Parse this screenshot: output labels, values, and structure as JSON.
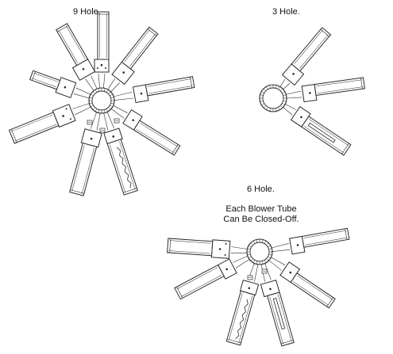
{
  "labels": {
    "nine_hole": "9 Hole.",
    "three_hole": "3 Hole.",
    "six_hole": "6 Hole."
  },
  "note": {
    "line1": "Each Blower Tube",
    "line2": "Can Be Closed-Off."
  },
  "colors": {
    "line": "#2a2a2a",
    "fill": "#ffffff",
    "background": "#ffffff"
  }
}
